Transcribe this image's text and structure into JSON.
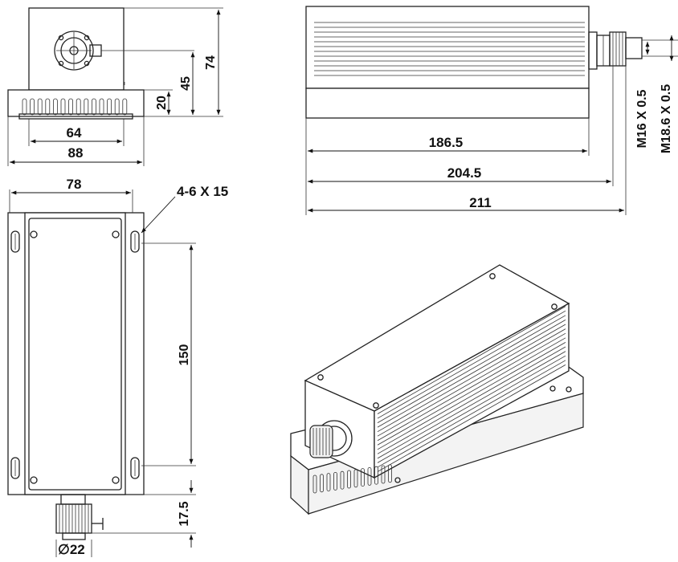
{
  "dimensions": {
    "front_height_top": "74",
    "front_center_height": "45",
    "front_base_height": "20",
    "front_base_inner_width": "64",
    "front_base_width": "88",
    "side_body_length": "186.5",
    "side_length_with_connector": "204.5",
    "side_total_length": "211",
    "thread_1": "M16 X 0.5",
    "thread_2": "M18.6 X 0.5",
    "top_body_width": "78",
    "mount_slots": "4-6 X 15",
    "slot_spacing": "150",
    "connector_offset": "17.5",
    "connector_diameter": "22"
  },
  "symbols": {
    "diameter": "∅"
  }
}
